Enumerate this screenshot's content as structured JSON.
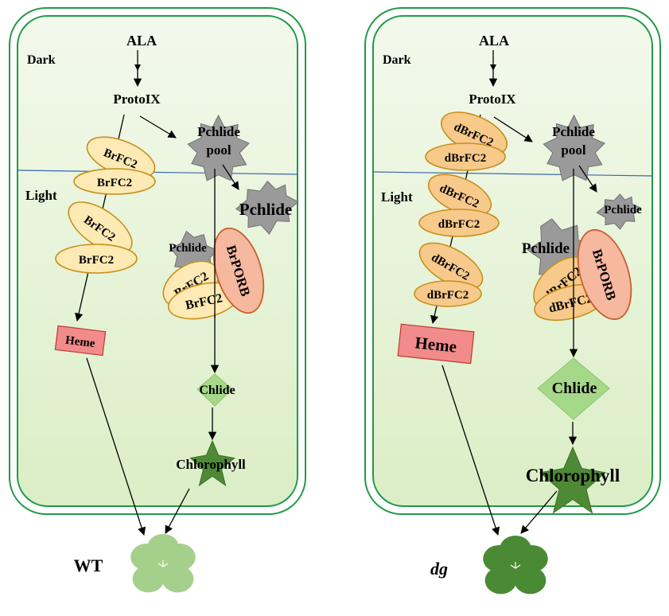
{
  "panels": [
    {
      "id": "wt",
      "dark_label": "Dark",
      "light_label": "Light",
      "ala": "ALA",
      "protoix": "ProtoIX",
      "pchlide_pool": [
        "Pchlide",
        "pool"
      ],
      "pchlide_free": "Pchlide",
      "pchlide_complex": "Pchlide",
      "ferrochelatase_pair_1": [
        "BrFC2",
        "BrFC2"
      ],
      "ferrochelatase_pair_2": [
        "BrFC2",
        "BrFC2"
      ],
      "complex_ferrochelatase": [
        "BrFC2",
        "BrFC2"
      ],
      "porb": "BrPORB",
      "heme": "Heme",
      "chlide": "Chlide",
      "chlorophyll": "Chlorophyll",
      "genotype": "WT",
      "plant_color": "#a5d08c"
    },
    {
      "id": "dg",
      "dark_label": "Dark",
      "light_label": "Light",
      "ala": "ALA",
      "protoix": "ProtoIX",
      "pchlide_pool": [
        "Pchlide",
        "pool"
      ],
      "pchlide_free": "Pchlide",
      "pchlide_complex": "Pchlide",
      "ferrochelatase_pair_1": [
        "dBrFC2",
        "dBrFC2"
      ],
      "ferrochelatase_pair_2": [
        "dBrFC2",
        "dBrFC2"
      ],
      "ferrochelatase_pair_3": [
        "dBrFC2",
        "dBrFC2"
      ],
      "complex_ferrochelatase": [
        "dBrFC2",
        "dBrFC2"
      ],
      "porb": "BrPORB",
      "heme": "Heme",
      "chlide": "Chlide",
      "chlorophyll": "Chlorophyll",
      "genotype": "dg",
      "plant_color": "#4a8a34"
    }
  ],
  "colors": {
    "cell_wall": "#1f9a48",
    "cell_fill_top": "#f1f8e8",
    "cell_fill_bottom": "#dcefc8",
    "dark_light_divider": "#3a66b0",
    "wt_ferrochelatase": "#fdeab4",
    "dg_ferrochelatase": "#f7c98a",
    "ferrochelatase_border": "#c8901a",
    "porb_fill": "#f7b8a0",
    "porb_border": "#c8602c",
    "heme_fill": "#f28b8b",
    "heme_border": "#c0392b",
    "pchlide_fill": "#9a9a9a",
    "chlide_fill": "#a6d88a",
    "chlorophyll_fill": "#4e8a36"
  }
}
